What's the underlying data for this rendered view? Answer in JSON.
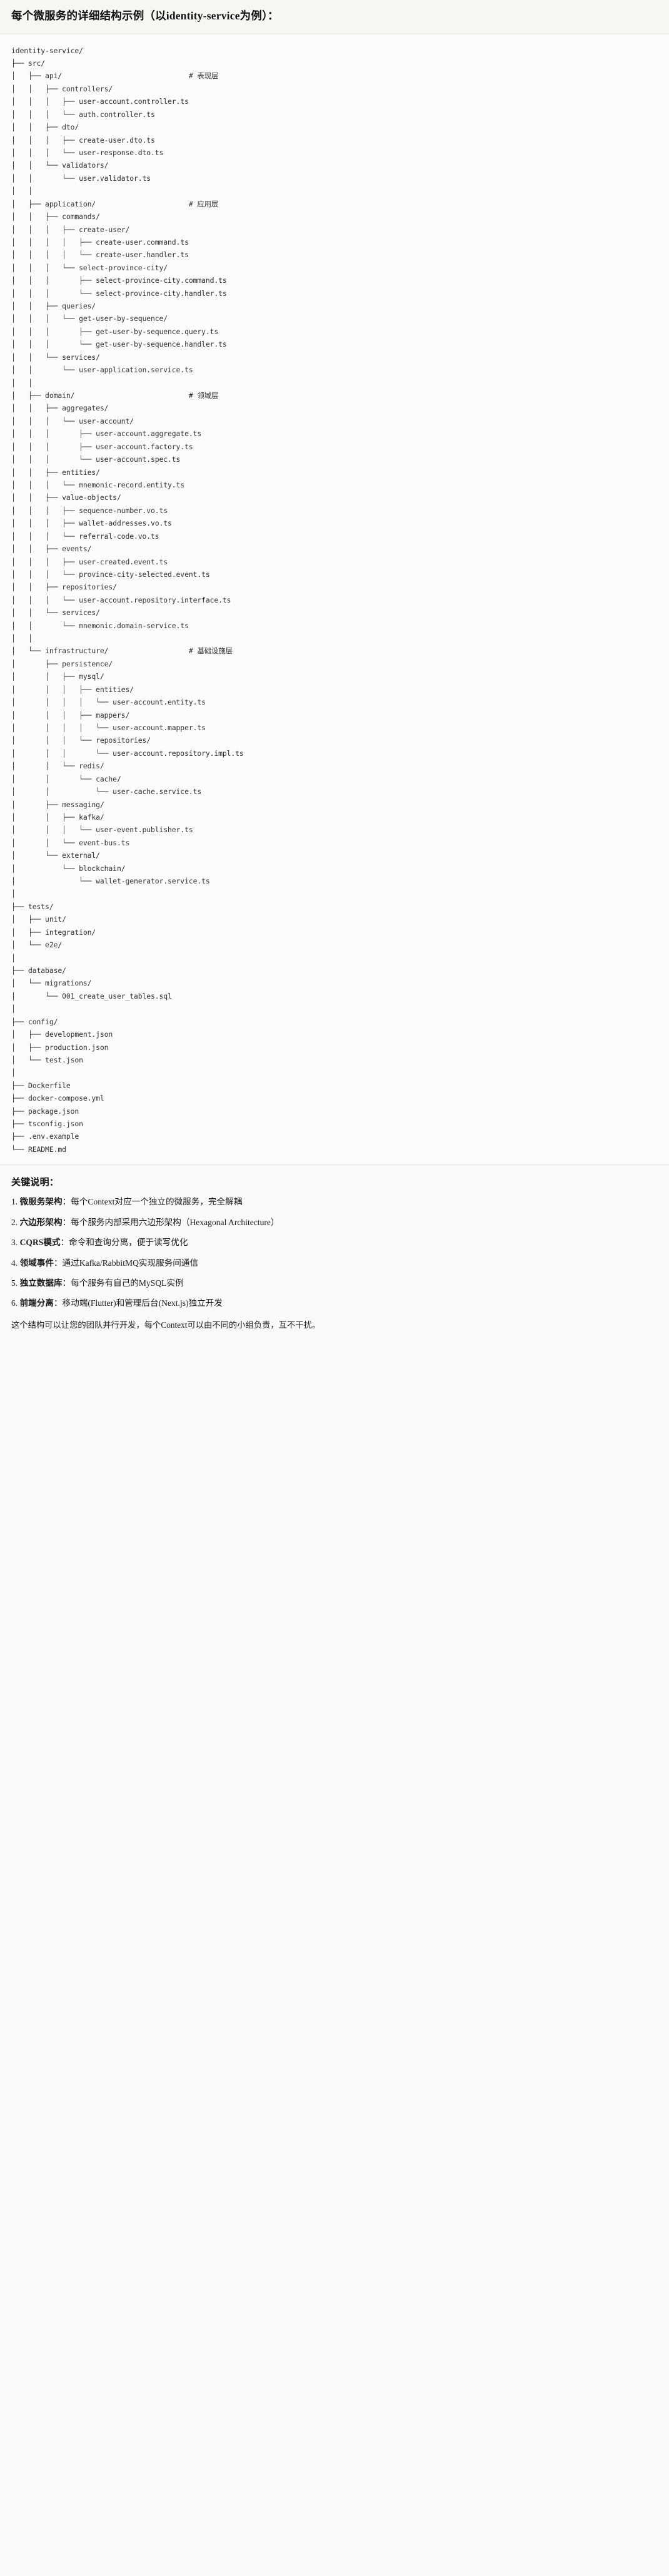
{
  "header": {
    "title": "每个微服务的详细结构示例（以identity-service为例）："
  },
  "tree": {
    "root_label": "identity-service/",
    "text": "identity-service/\n├── src/\n│   ├── api/                              # 表现层\n│   │   ├── controllers/\n│   │   │   ├── user-account.controller.ts\n│   │   │   └── auth.controller.ts\n│   │   ├── dto/\n│   │   │   ├── create-user.dto.ts\n│   │   │   └── user-response.dto.ts\n│   │   └── validators/\n│   │       └── user.validator.ts\n│   │\n│   ├── application/                      # 应用层\n│   │   ├── commands/\n│   │   │   ├── create-user/\n│   │   │   │   ├── create-user.command.ts\n│   │   │   │   └── create-user.handler.ts\n│   │   │   └── select-province-city/\n│   │   │       ├── select-province-city.command.ts\n│   │   │       └── select-province-city.handler.ts\n│   │   ├── queries/\n│   │   │   └── get-user-by-sequence/\n│   │   │       ├── get-user-by-sequence.query.ts\n│   │   │       └── get-user-by-sequence.handler.ts\n│   │   └── services/\n│   │       └── user-application.service.ts\n│   │\n│   ├── domain/                           # 领域层\n│   │   ├── aggregates/\n│   │   │   └── user-account/\n│   │   │       ├── user-account.aggregate.ts\n│   │   │       ├── user-account.factory.ts\n│   │   │       └── user-account.spec.ts\n│   │   ├── entities/\n│   │   │   └── mnemonic-record.entity.ts\n│   │   ├── value-objects/\n│   │   │   ├── sequence-number.vo.ts\n│   │   │   ├── wallet-addresses.vo.ts\n│   │   │   └── referral-code.vo.ts\n│   │   ├── events/\n│   │   │   ├── user-created.event.ts\n│   │   │   └── province-city-selected.event.ts\n│   │   ├── repositories/\n│   │   │   └── user-account.repository.interface.ts\n│   │   └── services/\n│   │       └── mnemonic.domain-service.ts\n│   │\n│   └── infrastructure/                   # 基础设施层\n│       ├── persistence/\n│       │   ├── mysql/\n│       │   │   ├── entities/\n│       │   │   │   └── user-account.entity.ts\n│       │   │   ├── mappers/\n│       │   │   │   └── user-account.mapper.ts\n│       │   │   └── repositories/\n│       │   │       └── user-account.repository.impl.ts\n│       │   └── redis/\n│       │       └── cache/\n│       │           └── user-cache.service.ts\n│       ├── messaging/\n│       │   ├── kafka/\n│       │   │   └── user-event.publisher.ts\n│       │   └── event-bus.ts\n│       └── external/\n│           └── blockchain/\n│               └── wallet-generator.service.ts\n│\n├── tests/\n│   ├── unit/\n│   ├── integration/\n│   └── e2e/\n│\n├── database/\n│   └── migrations/\n│       └── 001_create_user_tables.sql\n│\n├── config/\n│   ├── development.json\n│   ├── production.json\n│   └── test.json\n│\n├── Dockerfile\n├── docker-compose.yml\n├── package.json\n├── tsconfig.json\n├── .env.example\n└── README.md",
    "layer_comments": [
      {
        "path": "api/",
        "comment": "# 表现层"
      },
      {
        "path": "application/",
        "comment": "# 应用层"
      },
      {
        "path": "domain/",
        "comment": "# 领域层"
      },
      {
        "path": "infrastructure/",
        "comment": "# 基础设施层"
      }
    ]
  },
  "notes": {
    "title": "关键说明：",
    "items": [
      {
        "key": "微服务架构",
        "text": "：每个Context对应一个独立的微服务，完全解耦"
      },
      {
        "key": "六边形架构",
        "text": "：每个服务内部采用六边形架构（Hexagonal Architecture）"
      },
      {
        "key": "CQRS模式",
        "text": "：命令和查询分离，便于读写优化"
      },
      {
        "key": "领域事件",
        "text": "：通过Kafka/RabbitMQ实现服务间通信"
      },
      {
        "key": "独立数据库",
        "text": "：每个服务有自己的MySQL实例"
      },
      {
        "key": "前端分离",
        "text": "：移动端(Flutter)和管理后台(Next.js)独立开发"
      }
    ],
    "closing": "这个结构可以让您的团队并行开发，每个Context可以由不同的小组负责，互不干扰。"
  },
  "colors": {
    "page_bg": "#fbfaf9",
    "header_bg": "#f7f6f3",
    "code_text": "#2c3038",
    "divider": "#e4e2dd"
  }
}
